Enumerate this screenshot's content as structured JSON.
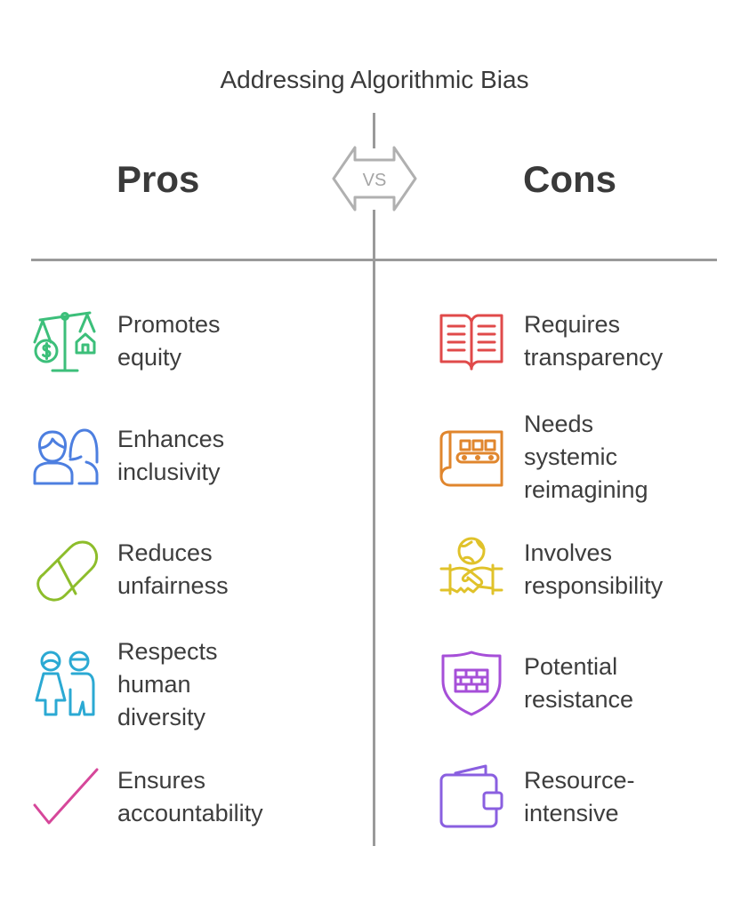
{
  "title": "Addressing Algorithmic Bias",
  "vs_label": "VS",
  "pros": {
    "heading": "Pros",
    "items": [
      {
        "label": "Promotes\nequity",
        "icon": "balance-scale-icon",
        "color": "#3cbf7a"
      },
      {
        "label": "Enhances\ninclusivity",
        "icon": "people-icon",
        "color": "#4d7fe0"
      },
      {
        "label": "Reduces\nunfairness",
        "icon": "pill-icon",
        "color": "#8dbd2b"
      },
      {
        "label": "Respects\nhuman\ndiversity",
        "icon": "children-icon",
        "color": "#2ba9d3"
      },
      {
        "label": "Ensures\naccountability",
        "icon": "checkmark-icon",
        "color": "#d6479a"
      }
    ]
  },
  "cons": {
    "heading": "Cons",
    "items": [
      {
        "label": "Requires\ntransparency",
        "icon": "open-book-icon",
        "color": "#e04a4a"
      },
      {
        "label": "Needs\nsystemic\nreimagining",
        "icon": "blueprint-icon",
        "color": "#e0862d"
      },
      {
        "label": "Involves\nresponsibility",
        "icon": "handshake-globe-icon",
        "color": "#e0c22a"
      },
      {
        "label": "Potential\nresistance",
        "icon": "firewall-shield-icon",
        "color": "#a64fd8"
      },
      {
        "label": "Resource-\nintensive",
        "icon": "wallet-icon",
        "color": "#8a5fe0"
      }
    ]
  }
}
